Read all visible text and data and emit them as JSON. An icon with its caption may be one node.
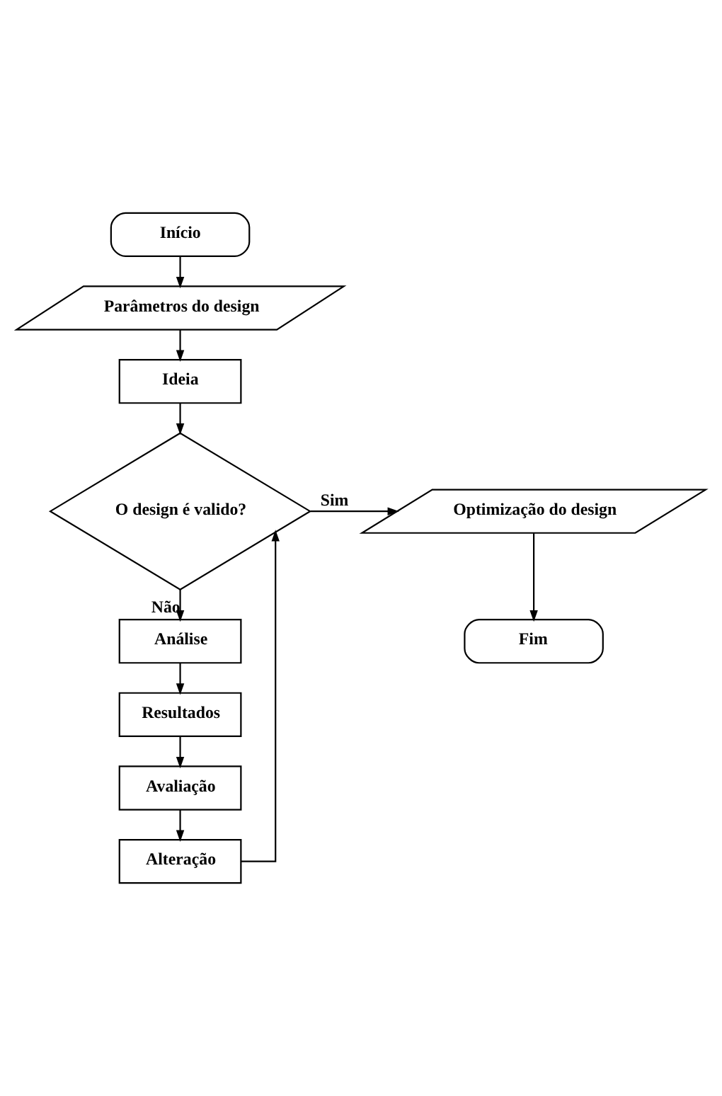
{
  "diagram": {
    "nodes": [
      {
        "text": [
          "Início"
        ]
      },
      {
        "text": [
          "Parâmetros do design"
        ]
      },
      {
        "text": [
          "Ideia"
        ]
      },
      {
        "text": [
          "O design é valido?"
        ]
      },
      {
        "text": [
          "Análise"
        ]
      },
      {
        "text": [
          "Resultados"
        ]
      },
      {
        "text": [
          "Avaliação"
        ]
      },
      {
        "text": [
          "Alteração"
        ]
      },
      {
        "text": [
          "Optimização do design"
        ]
      },
      {
        "text": [
          "Fim"
        ]
      }
    ],
    "edges": [
      {
        "from": 0,
        "to": 1,
        "arrow": "to"
      },
      {
        "from": 1,
        "to": 2,
        "arrow": "to"
      },
      {
        "from": 2,
        "to": 3,
        "arrow": "to"
      },
      {
        "from": 3,
        "to": 8,
        "arrow": "to",
        "label": "Sim"
      },
      {
        "from": 8,
        "to": 9,
        "arrow": "to"
      },
      {
        "from": 3,
        "to": 4,
        "arrow": "to",
        "label": "Não"
      },
      {
        "from": 4,
        "to": 5,
        "arrow": "to"
      },
      {
        "from": 5,
        "to": 6,
        "arrow": "to"
      },
      {
        "from": 6,
        "to": 7,
        "arrow": "to"
      },
      {
        "from": 7,
        "to": 3,
        "arrow": "to"
      }
    ]
  }
}
